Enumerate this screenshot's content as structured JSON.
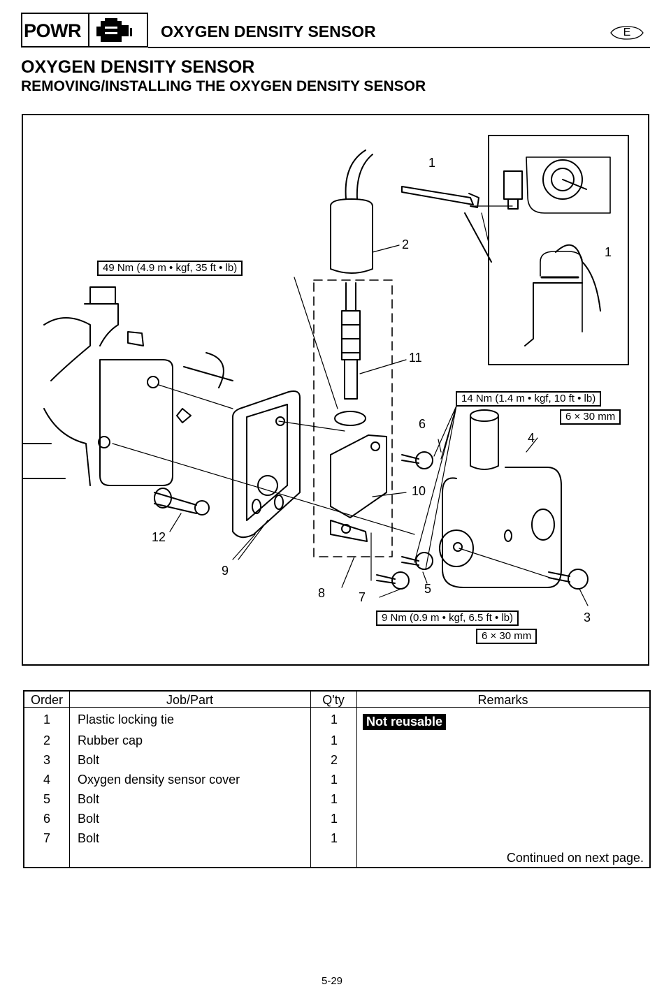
{
  "header": {
    "section_tab": "POWR",
    "engine_icon": "engine-block-icon",
    "title": "OXYGEN DENSITY SENSOR",
    "language_badge": "E"
  },
  "section_title": "OXYGEN DENSITY SENSOR",
  "subsection_title": "REMOVING/INSTALLING THE OXYGEN DENSITY SENSOR",
  "diagram": {
    "torque_specs": {
      "sensor": "49 Nm (4.9 m • kgf, 35 ft • lb)",
      "bolts_upper": "14 Nm (1.4 m • kgf, 10 ft • lb)",
      "bolts_upper_size": "6 × 30 mm",
      "bolts_lower": "9 Nm (0.9 m • kgf, 6.5 ft • lb)",
      "bolts_lower_size": "6 × 30 mm"
    },
    "callouts": {
      "c1": "1",
      "c1b": "1",
      "c2": "2",
      "c3": "3",
      "c4": "4",
      "c5": "5",
      "c6": "6",
      "c7": "7",
      "c8": "8",
      "c9": "9",
      "c10": "10",
      "c11": "11",
      "c12": "12"
    }
  },
  "table": {
    "headers": {
      "order": "Order",
      "job": "Job/Part",
      "qty": "Q'ty",
      "remarks": "Remarks"
    },
    "rows": [
      {
        "order": "1",
        "job": "Plastic locking tie",
        "qty": "1",
        "remarks": "Not reusable"
      },
      {
        "order": "2",
        "job": "Rubber cap",
        "qty": "1",
        "remarks": ""
      },
      {
        "order": "3",
        "job": "Bolt",
        "qty": "2",
        "remarks": ""
      },
      {
        "order": "4",
        "job": "Oxygen density sensor cover",
        "qty": "1",
        "remarks": ""
      },
      {
        "order": "5",
        "job": "Bolt",
        "qty": "1",
        "remarks": ""
      },
      {
        "order": "6",
        "job": "Bolt",
        "qty": "1",
        "remarks": ""
      },
      {
        "order": "7",
        "job": "Bolt",
        "qty": "1",
        "remarks": ""
      }
    ],
    "continued": "Continued on next page."
  },
  "page_number": "5-29"
}
